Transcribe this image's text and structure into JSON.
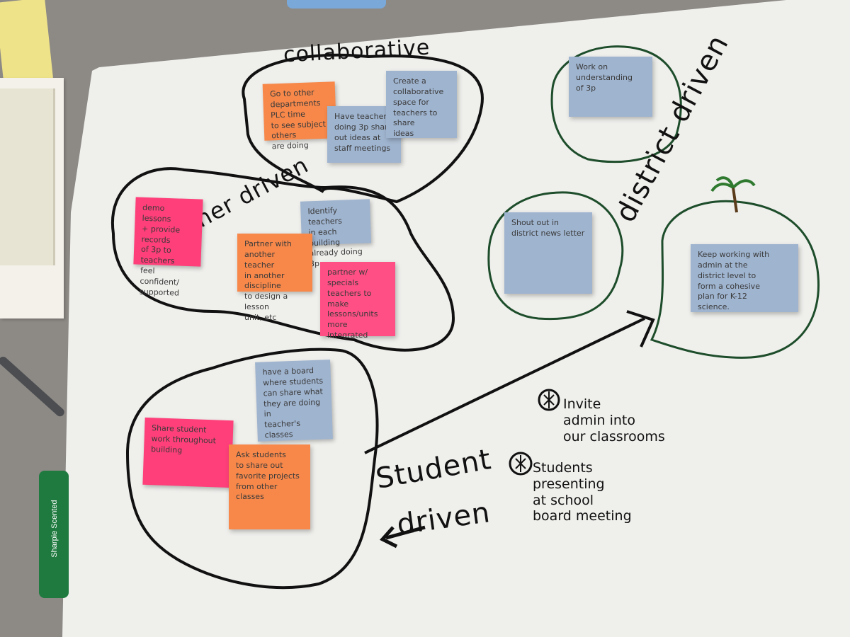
{
  "labels": {
    "collaborative": "collaborative",
    "teacher_driven": "teacher driven",
    "district_driven": "district driven",
    "student": "Student",
    "driven": "driven"
  },
  "action_items": [
    "Invite\nadmin into\nour classrooms",
    "Students\npresenting\nat school\nboard meeting"
  ],
  "notes": {
    "collab_orange": "Go to other\ndepartments\nPLC time\nto see subject others\nare doing",
    "collab_blue_left": "Have teachers\ndoing 3p share\nout ideas at\nstaff meetings",
    "collab_blue_right": "Create a\ncollaborative\nspace for\nteachers to share\nideas",
    "teacher_pink": "demo lessons\n+ provide records\nof 3p to teachers\nfeel confident/\nsupported",
    "teacher_blue": "Identify teachers\nin each building\nalready doing 3p",
    "teacher_orange": "Partner with\nanother teacher\nin another discipline\nto design a lesson\nunit, etc",
    "teacher_pink2": "partner w/ specials\nteachers to make\nlessons/units more\nintegrated",
    "student_blue": "have a board\nwhere students\ncan share what\nthey are doing in\nteacher's classes",
    "student_pink": "Share student\nwork throughout\nbuilding",
    "student_orange": "Ask students\nto share out\nfavorite projects\nfrom other\nclasses",
    "district_top": "Work on understanding\nof 3p",
    "district_mid": "Shout out in\ndistrict news letter",
    "district_right": "Keep working with\nadmin at the\ndistrict level to\nform a cohesive\nplan for K-12\nscience."
  },
  "marker_brand": "Sharpie Scented",
  "colors": {
    "table": "#8d8a86",
    "paper": "#efefec",
    "ink_black": "#111111",
    "ink_green": "#1d4d2a",
    "note_blue": "#9fb4cf",
    "note_orange": "#f7884a",
    "note_pink": "#ff3f7a"
  }
}
